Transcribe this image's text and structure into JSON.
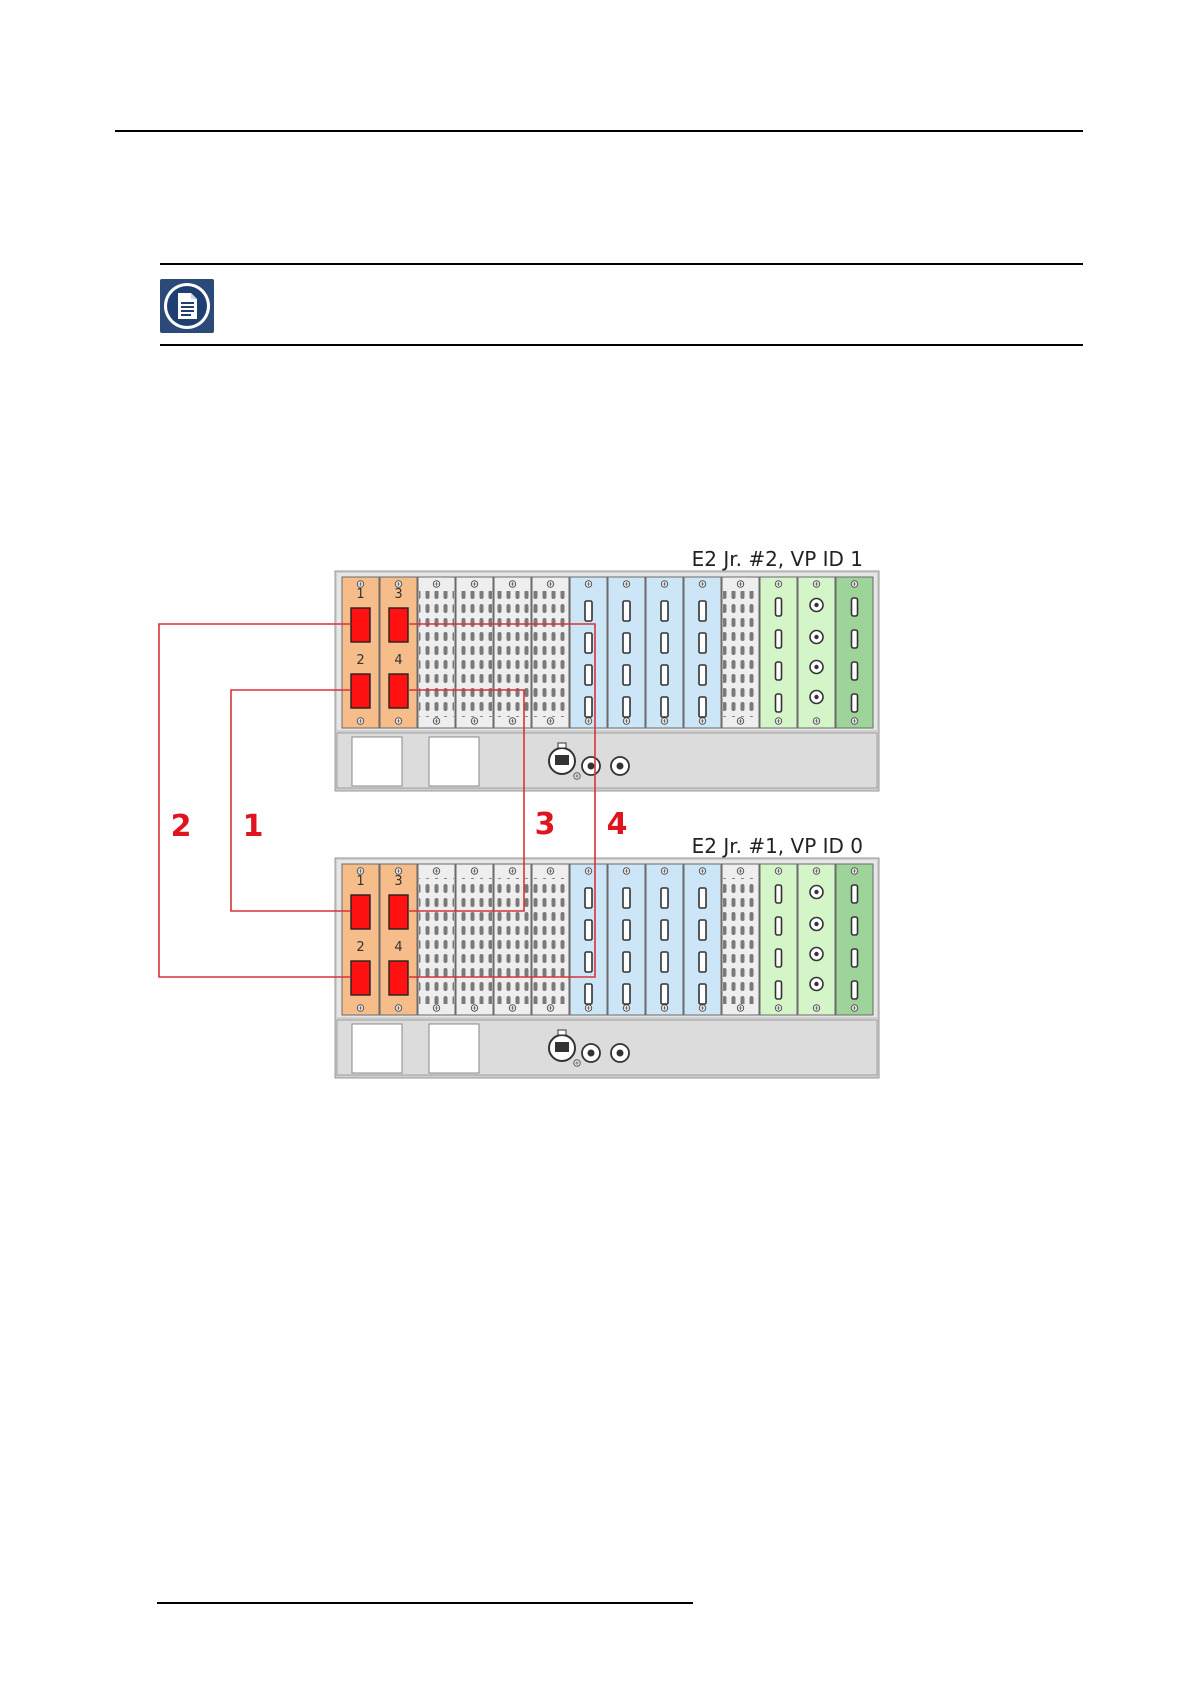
{
  "note": {
    "icon": "note-document-icon"
  },
  "diagram": {
    "units": [
      {
        "label": "E2 Jr. #2, VP ID 1",
        "port_labels": [
          "1",
          "2",
          "3",
          "4"
        ]
      },
      {
        "label": "E2 Jr. #1, VP ID 0",
        "port_labels": [
          "1",
          "2",
          "3",
          "4"
        ]
      }
    ],
    "cables": [
      {
        "label": "2"
      },
      {
        "label": "1"
      },
      {
        "label": "3"
      },
      {
        "label": "4"
      }
    ],
    "colors": {
      "cable": "#d9323a",
      "cable_label": "#e0141e",
      "port": "#ff1111",
      "card_orange": "#f6bc8a",
      "card_grey": "#eeeeee",
      "card_blue": "#cde6f7",
      "card_green_light": "#d4f5c8",
      "card_green": "#9ed49a",
      "chassis": "#dcdcdc"
    }
  }
}
